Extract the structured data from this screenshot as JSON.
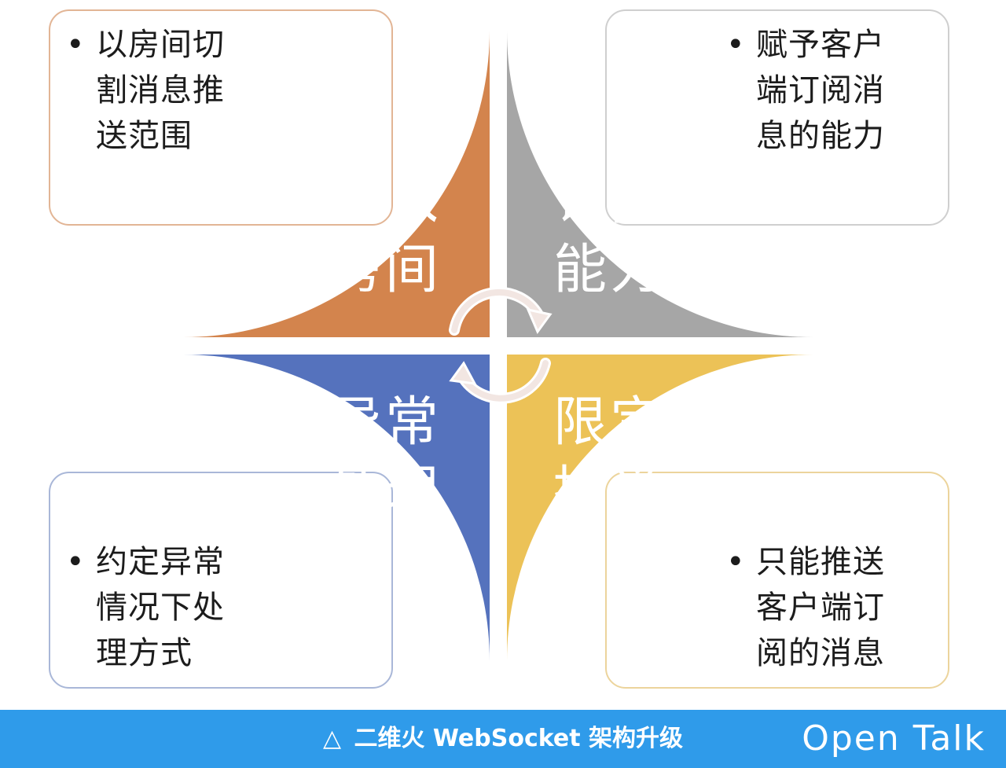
{
  "quadrants": {
    "top_left": {
      "label_line1": "引入",
      "label_line2": "房间",
      "note_lines": [
        "以房间切",
        "割消息推",
        "送范围"
      ],
      "color": "#d3844d"
    },
    "top_right": {
      "label_line1": "订阅",
      "label_line2": "能力",
      "note_lines": [
        "赋予客户",
        "端订阅消",
        "息的能力"
      ],
      "color": "#a6a6a6"
    },
    "bottom_left": {
      "label_line1": "异常",
      "label_line2": "处理",
      "note_lines": [
        "约定异常",
        "情况下处",
        "理方式"
      ],
      "color": "#5572bd"
    },
    "bottom_right": {
      "label_line1": "限定",
      "label_line2": "推送",
      "note_lines": [
        "只能推送",
        "客户端订",
        "阅的消息"
      ],
      "color": "#ecc257"
    }
  },
  "bullet": "•",
  "footer": {
    "triangle": "△",
    "caption": "二维火 WebSocket 架构升级",
    "brand": "Open Talk",
    "color": "#2f9bea"
  }
}
